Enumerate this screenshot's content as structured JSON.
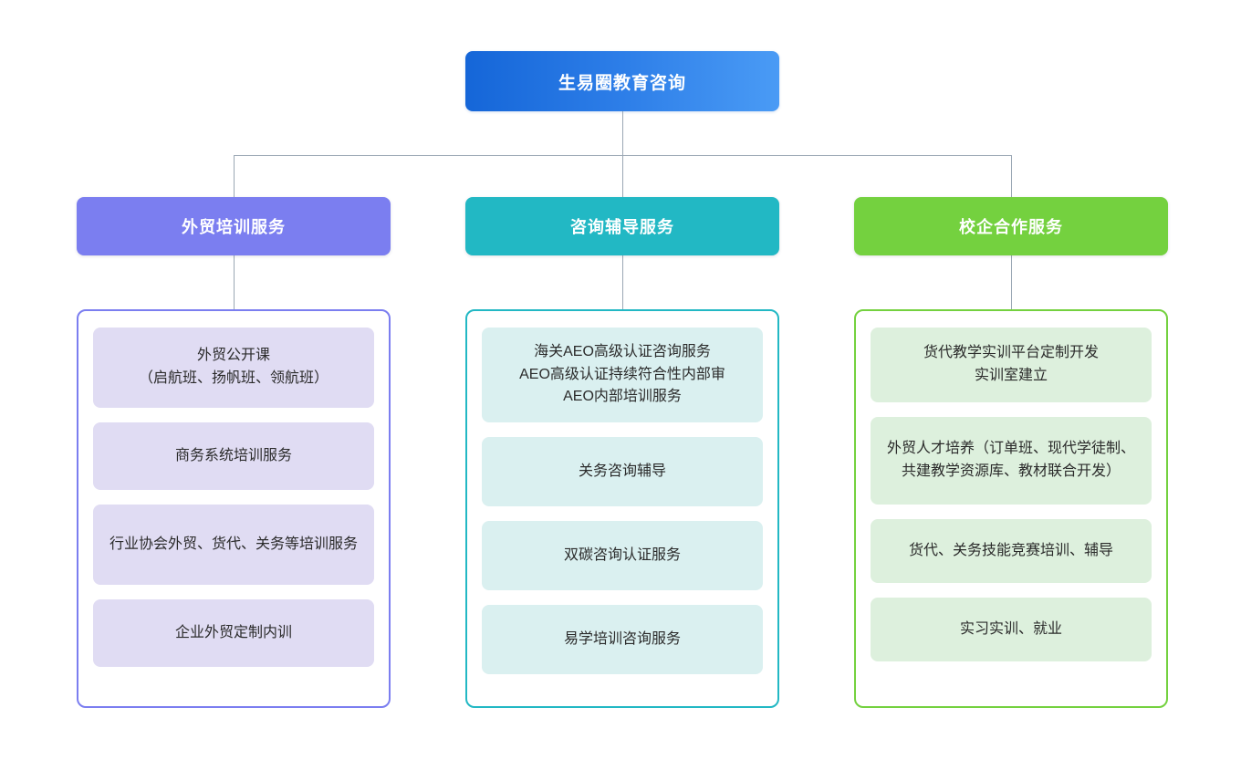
{
  "root": {
    "label": "生易圈教育咨询",
    "gradient_from": "#1566d8",
    "gradient_to": "#4a9bf5"
  },
  "columns": [
    {
      "header": "外贸培训服务",
      "accent": "#7b7ef0",
      "card_bg": "#e0dcf3",
      "items": [
        "外贸公开课\n（启航班、扬帆班、领航班）",
        "商务系统培训服务",
        "行业协会外贸、货代、关务等培训服务",
        "企业外贸定制内训"
      ]
    },
    {
      "header": "咨询辅导服务",
      "accent": "#22b8c4",
      "card_bg": "#daf0f0",
      "items": [
        "海关AEO高级认证咨询服务\nAEO高级认证持续符合性内部审\nAEO内部培训服务",
        "关务咨询辅导",
        "双碳咨询认证服务",
        "易学培训咨询服务"
      ]
    },
    {
      "header": "校企合作服务",
      "accent": "#74d13f",
      "card_bg": "#ddf0dd",
      "items": [
        "货代教学实训平台定制开发\n实训室建立",
        "外贸人才培养（订单班、现代学徒制、共建教学资源库、教材联合开发）",
        "货代、关务技能竞赛培训、辅导",
        "实习实训、就业"
      ]
    }
  ],
  "connector_color": "#9aa7b4"
}
